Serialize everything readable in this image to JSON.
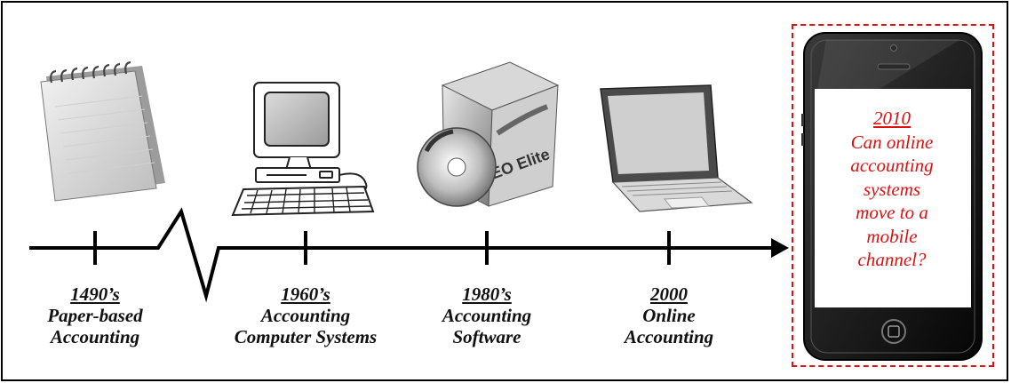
{
  "timeline": {
    "events": [
      {
        "year": "1490’s",
        "lines": [
          "Paper-based",
          "Accounting"
        ]
      },
      {
        "year": "1960’s",
        "lines": [
          "Accounting",
          "Computer Systems"
        ]
      },
      {
        "year": "1980’s",
        "lines": [
          "Accounting",
          "Software"
        ]
      },
      {
        "year": "2000",
        "lines": [
          "Online",
          "Accounting"
        ]
      }
    ],
    "future": {
      "year": "2010",
      "lines": [
        "Can online",
        "accounting",
        "systems",
        "move to a",
        "mobile",
        "channel?"
      ]
    }
  },
  "box_text": [
    "SEO Elite"
  ],
  "colors": {
    "highlight": "#e01010",
    "line": "#000000"
  },
  "icons": [
    "notepad-icon",
    "desktop-computer-icon",
    "software-box-icon",
    "laptop-icon",
    "smartphone-icon"
  ]
}
